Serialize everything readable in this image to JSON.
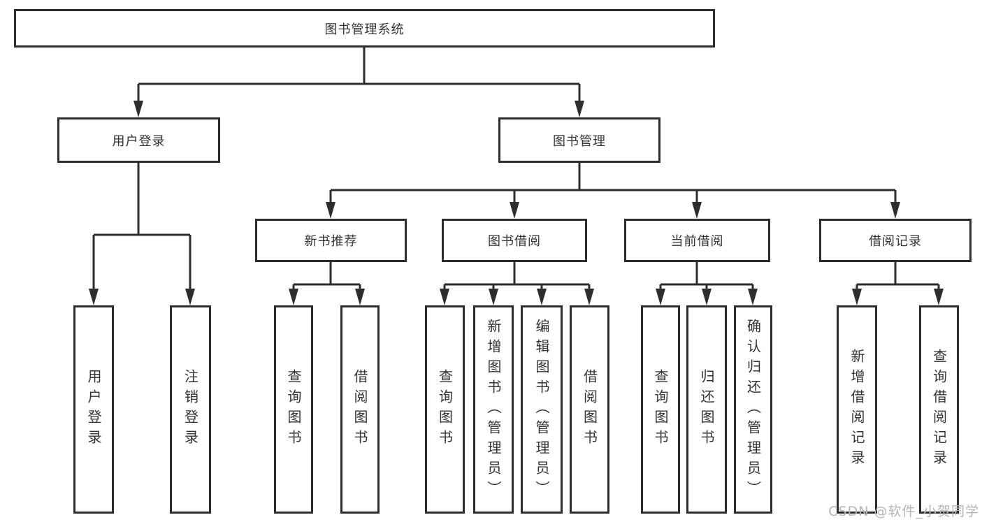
{
  "diagram": {
    "root": {
      "label": "图书管理系统"
    },
    "user_login": {
      "label": "用户登录",
      "children": [
        {
          "label": "用户登录"
        },
        {
          "label": "注销登录"
        }
      ]
    },
    "book_mgmt": {
      "label": "图书管理",
      "sections": [
        {
          "label": "新书推荐",
          "children": [
            {
              "label": "查询图书"
            },
            {
              "label": "借阅图书"
            }
          ]
        },
        {
          "label": "图书借阅",
          "children": [
            {
              "label": "查询图书"
            },
            {
              "label": "新增图书（管理员）"
            },
            {
              "label": "编辑图书（管理员）"
            },
            {
              "label": "借阅图书"
            }
          ]
        },
        {
          "label": "当前借阅",
          "children": [
            {
              "label": "查询图书"
            },
            {
              "label": "归还图书"
            },
            {
              "label": "确认归还（管理员）"
            }
          ]
        },
        {
          "label": "借阅记录",
          "children": [
            {
              "label": "新增借阅记录"
            },
            {
              "label": "查询借阅记录"
            }
          ]
        }
      ]
    }
  },
  "watermark": {
    "text": "CSDN @软件_小贺同学"
  },
  "colors": {
    "line": "#2d2d2d",
    "box_border": "#2d2d2d",
    "text": "#333333",
    "watermark": "#b5b5b5",
    "background": "#ffffff"
  }
}
